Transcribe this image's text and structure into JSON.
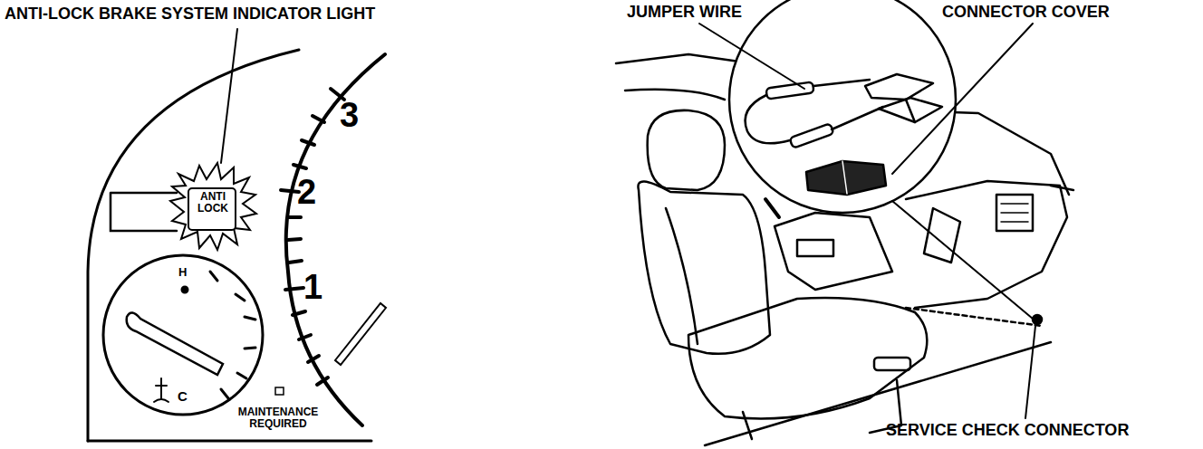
{
  "diagram": {
    "labels": [
      "ANTI-LOCK BRAKE SYSTEM INDICATOR LIGHT",
      "ANTI LOCK",
      "3",
      "2",
      "1",
      "H",
      "C",
      "MAINTENANCE REQUIRED",
      "JUMPER WIRE",
      "CONNECTOR COVER",
      "SERVICE CHECK CONNECTOR"
    ]
  }
}
